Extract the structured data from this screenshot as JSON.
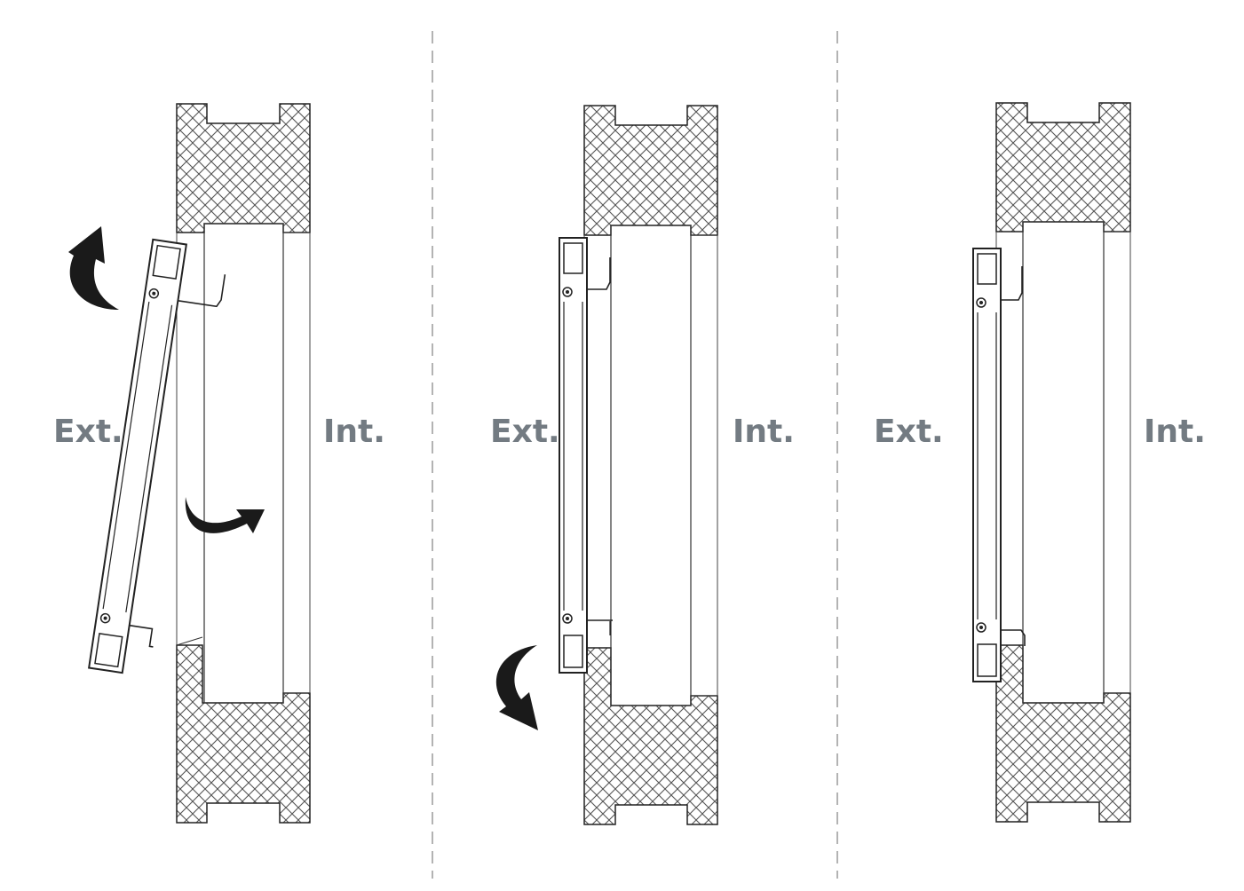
{
  "panels": [
    {
      "ext_label": "Ext.",
      "int_label": "Int.",
      "state": "tilted inward"
    },
    {
      "ext_label": "Ext.",
      "int_label": "Int.",
      "state": "hooked at top, swinging down"
    },
    {
      "ext_label": "Ext.",
      "int_label": "Int.",
      "state": "installed"
    }
  ],
  "colors": {
    "label": "#737b82",
    "line": "#222222",
    "hatch": "#555555",
    "divider": "#9a9a9a",
    "arrow": "#1a1a1a"
  },
  "icons": {
    "rotate": "curved-arrow-icon"
  }
}
